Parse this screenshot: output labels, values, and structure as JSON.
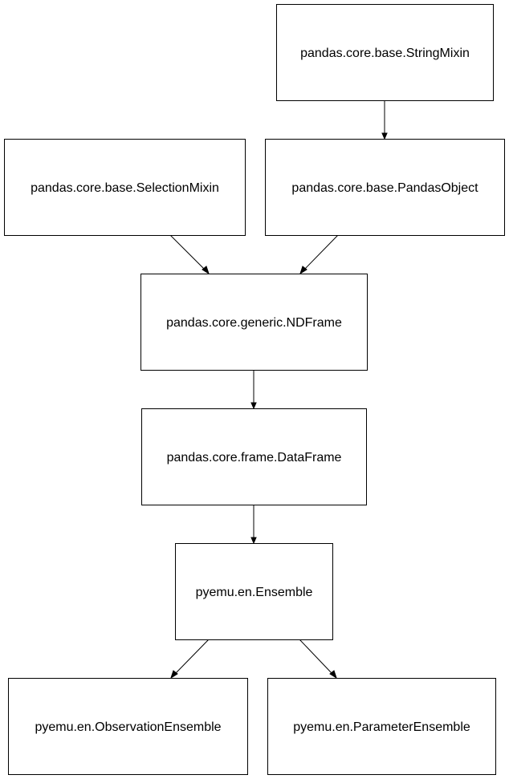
{
  "diagram": {
    "nodes": {
      "string_mixin": "pandas.core.base.StringMixin",
      "selection_mixin": "pandas.core.base.SelectionMixin",
      "pandas_object": "pandas.core.base.PandasObject",
      "ndframe": "pandas.core.generic.NDFrame",
      "dataframe": "pandas.core.frame.DataFrame",
      "ensemble": "pyemu.en.Ensemble",
      "observation_ensemble": "pyemu.en.ObservationEnsemble",
      "parameter_ensemble": "pyemu.en.ParameterEnsemble"
    },
    "edges": [
      {
        "from": "string_mixin",
        "to": "pandas_object"
      },
      {
        "from": "selection_mixin",
        "to": "ndframe"
      },
      {
        "from": "pandas_object",
        "to": "ndframe"
      },
      {
        "from": "ndframe",
        "to": "dataframe"
      },
      {
        "from": "dataframe",
        "to": "ensemble"
      },
      {
        "from": "ensemble",
        "to": "observation_ensemble"
      },
      {
        "from": "ensemble",
        "to": "parameter_ensemble"
      }
    ]
  }
}
